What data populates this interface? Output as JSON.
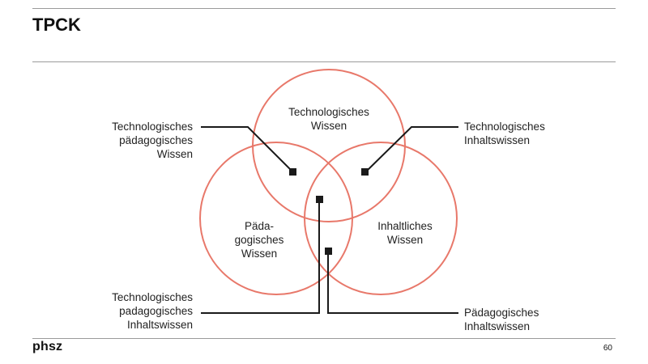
{
  "slide": {
    "title": "TPCK",
    "logo": "phsz",
    "page_number": "60"
  },
  "diagram": {
    "circle_color": "#e8786a",
    "connector_color": "#1a1a1a",
    "circles": {
      "technology": [
        "Technologisches",
        "Wissen"
      ],
      "pedagogy": [
        "Päda-",
        "gogisches",
        "Wissen"
      ],
      "content": [
        "Inhaltliches",
        "Wissen"
      ]
    },
    "callouts": {
      "tpk": [
        "Technologisches",
        "pädagogisches",
        "Wissen"
      ],
      "tck": [
        "Technologisches",
        "Inhaltswissen"
      ],
      "tpck": [
        "Technologisches",
        "padagogisches",
        "Inhaltswissen"
      ],
      "pck": [
        "Pädagogisches",
        "Inhaltswissen"
      ]
    }
  }
}
